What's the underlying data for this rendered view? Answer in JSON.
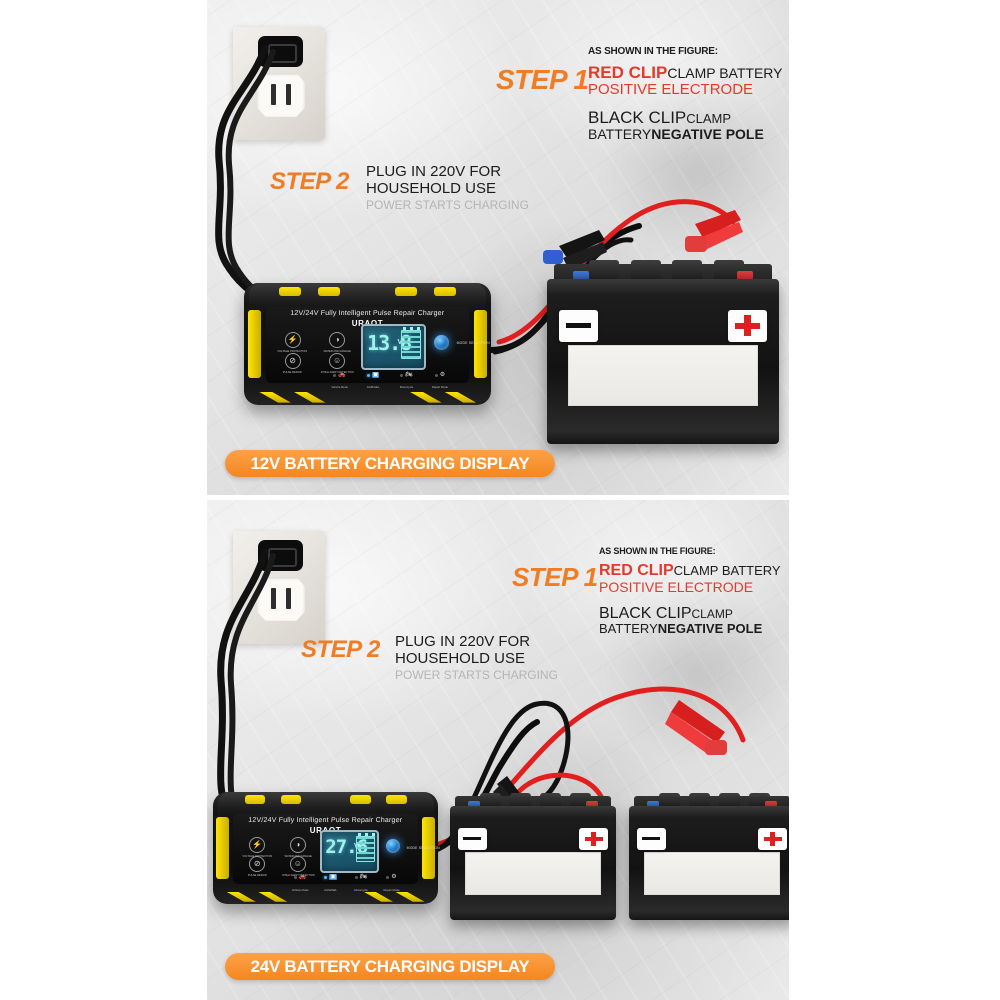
{
  "image": {
    "background": "#ffffff",
    "panel_background": "#e2e2e2",
    "accent_orange": "#f07c24",
    "banner_orange": "#f5871f",
    "red": "#e23b2e",
    "black": "#1c1c1c",
    "grey": "#b4b4b4"
  },
  "panels": [
    {
      "id": "panel-12v",
      "banner": "12V BATTERY CHARGING DISPLAY",
      "step1": {
        "label": "STEP 1",
        "kicker": "AS SHOWN IN THE FIGURE:",
        "line1_red": "RED CLIP",
        "line1_black": "CLAMP BATTERY",
        "line2_red": "POSITIVE ELECTRODE",
        "line3_black_bold": "BLACK CLIP",
        "line3_black": "CLAMP",
        "line4_black": "BATTERY",
        "line4_black_bold": "NEGATIVE POLE"
      },
      "step2": {
        "label": "STEP 2",
        "line1": "PLUG IN 220V FOR",
        "line2": "HOUSEHOLD USE",
        "line3": "POWER STARTS CHARGING"
      },
      "charger": {
        "title": "12V/24V Fully Intelligent Pulse Repair Charger",
        "brand": "URAQT",
        "display_value": "13.8",
        "display_unit": "V",
        "select_label": "MODE SELECTION",
        "features": [
          {
            "icon": "shield-icon",
            "glyph": "⚡",
            "label": "VOLTAGE PROTECTION"
          },
          {
            "icon": "contrast-icon",
            "glyph": "◑",
            "label": "WATER AND DAMAGE"
          },
          {
            "icon": "no-entry-icon",
            "glyph": "⊘",
            "label": "PULSE REPAIR"
          },
          {
            "icon": "smile-icon",
            "glyph": "☺",
            "label": "INTELLIGENT DETECTION"
          }
        ],
        "modes": [
          {
            "label": "Vehicle Mode",
            "glyph": "🚗",
            "active": false
          },
          {
            "label": "AGM/GEL",
            "glyph": "▣",
            "active": true
          },
          {
            "label": "Motorcycle",
            "glyph": "🏍",
            "active": false
          },
          {
            "label": "Repair Mode",
            "glyph": "⚙",
            "active": false
          }
        ]
      },
      "batteries": [
        {
          "negative": "−",
          "positive": "+"
        }
      ],
      "outlet": {
        "name": "wall-outlet"
      }
    },
    {
      "id": "panel-24v",
      "banner": "24V BATTERY CHARGING DISPLAY",
      "step1": {
        "label": "STEP 1",
        "kicker": "AS SHOWN IN THE FIGURE:",
        "line1_red": "RED CLIP",
        "line1_black": "CLAMP BATTERY",
        "line2_red": "POSITIVE ELECTRODE",
        "line3_black_bold": "BLACK CLIP",
        "line3_black": "CLAMP",
        "line4_black": "BATTERY",
        "line4_black_bold": "NEGATIVE POLE"
      },
      "step2": {
        "label": "STEP 2",
        "line1": "PLUG IN 220V FOR",
        "line2": "HOUSEHOLD USE",
        "line3": "POWER STARTS CHARGING"
      },
      "charger": {
        "title": "12V/24V Fully Intelligent Pulse Repair Charger",
        "brand": "URAQT",
        "display_value": "27.6",
        "display_unit": "V",
        "select_label": "MODE SELECTION",
        "features": [
          {
            "icon": "shield-icon",
            "glyph": "⚡",
            "label": "VOLTAGE PROTECTION"
          },
          {
            "icon": "contrast-icon",
            "glyph": "◑",
            "label": "WATER AND DAMAGE"
          },
          {
            "icon": "no-entry-icon",
            "glyph": "⊘",
            "label": "PULSE REPAIR"
          },
          {
            "icon": "smile-icon",
            "glyph": "☺",
            "label": "INTELLIGENT DETECTION"
          }
        ],
        "modes": [
          {
            "label": "Vehicle Mode",
            "glyph": "🚗",
            "active": false
          },
          {
            "label": "AGM/GEL",
            "glyph": "▣",
            "active": true
          },
          {
            "label": "Motorcycle",
            "glyph": "🏍",
            "active": false
          },
          {
            "label": "Repair Mode",
            "glyph": "⚙",
            "active": false
          }
        ]
      },
      "batteries": [
        {
          "negative": "−",
          "positive": "+"
        },
        {
          "negative": "−",
          "positive": "+"
        }
      ],
      "outlet": {
        "name": "wall-outlet"
      }
    }
  ]
}
